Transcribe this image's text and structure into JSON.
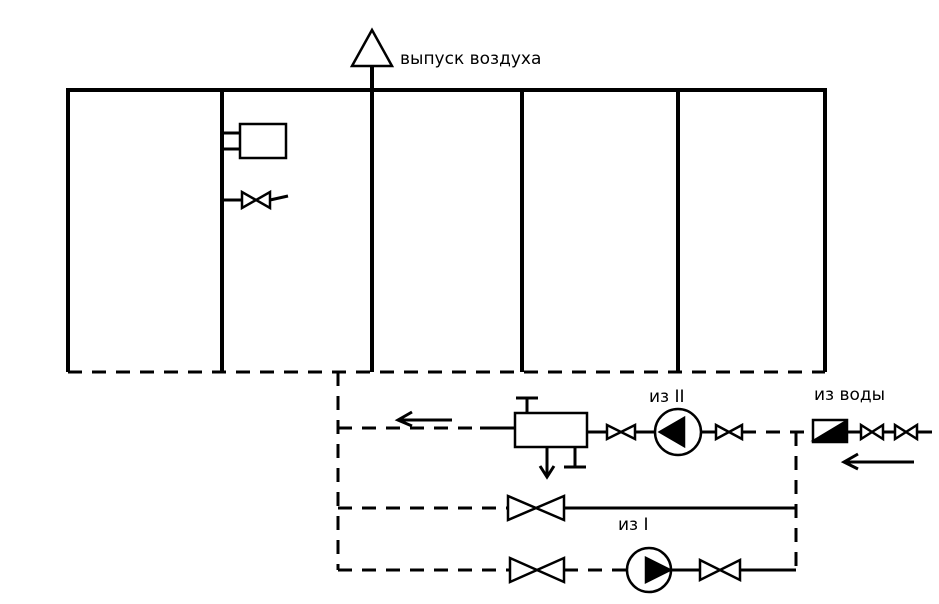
{
  "labels": {
    "air_release": "выпуск воздуха",
    "from_II": "из II",
    "from_water": "из воды",
    "from_I": "из I"
  },
  "colors": {
    "line": "#000000",
    "background": "#ffffff"
  }
}
